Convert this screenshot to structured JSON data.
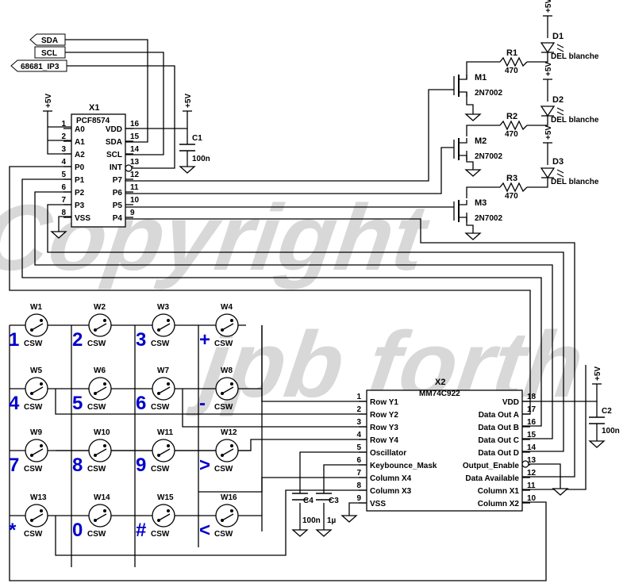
{
  "watermark": {
    "line1": "Copyright",
    "line2": "jpb forth",
    "color": "#d8d8d8"
  },
  "colors": {
    "wire": "#000000",
    "keypad_label": "#0000cc",
    "ic_text": "#000000"
  },
  "supplies": {
    "plus5v": "+5V"
  },
  "net_labels": {
    "sda": "SDA",
    "scl": "SCL",
    "irq": "68681_IP3"
  },
  "x1": {
    "ref": "X1",
    "part": "PCF8574",
    "left_pins": [
      {
        "num": "1",
        "name": "A0"
      },
      {
        "num": "2",
        "name": "A1"
      },
      {
        "num": "3",
        "name": "A2"
      },
      {
        "num": "4",
        "name": "P0"
      },
      {
        "num": "5",
        "name": "P1"
      },
      {
        "num": "6",
        "name": "P2"
      },
      {
        "num": "7",
        "name": "P3"
      },
      {
        "num": "8",
        "name": "VSS"
      }
    ],
    "right_pins": [
      {
        "num": "16",
        "name": "VDD"
      },
      {
        "num": "15",
        "name": "SDA"
      },
      {
        "num": "14",
        "name": "SCL"
      },
      {
        "num": "13",
        "name": "INT"
      },
      {
        "num": "12",
        "name": "P7"
      },
      {
        "num": "11",
        "name": "P6"
      },
      {
        "num": "10",
        "name": "P5"
      },
      {
        "num": "9",
        "name": "P4"
      }
    ]
  },
  "c1": {
    "ref": "C1",
    "value": "100n"
  },
  "leds": [
    {
      "ref": "D1",
      "label": "DEL blanche",
      "r_ref": "R1",
      "r_val": "470",
      "m_ref": "M1",
      "m_part": "2N7002"
    },
    {
      "ref": "D2",
      "label": "DEL blanche",
      "r_ref": "R2",
      "r_val": "470",
      "m_ref": "M2",
      "m_part": "2N7002"
    },
    {
      "ref": "D3",
      "label": "DEL blanche",
      "r_ref": "R3",
      "r_val": "470",
      "m_ref": "M3",
      "m_part": "2N7002"
    }
  ],
  "keys": [
    {
      "ref": "W1",
      "glyph": "1",
      "type": "CSW"
    },
    {
      "ref": "W2",
      "glyph": "2",
      "type": "CSW"
    },
    {
      "ref": "W3",
      "glyph": "3",
      "type": "CSW"
    },
    {
      "ref": "W4",
      "glyph": "+",
      "type": "CSW"
    },
    {
      "ref": "W5",
      "glyph": "4",
      "type": "CSW"
    },
    {
      "ref": "W6",
      "glyph": "5",
      "type": "CSW"
    },
    {
      "ref": "W7",
      "glyph": "6",
      "type": "CSW"
    },
    {
      "ref": "W8",
      "glyph": "-",
      "type": "CSW"
    },
    {
      "ref": "W9",
      "glyph": "7",
      "type": "CSW"
    },
    {
      "ref": "W10",
      "glyph": "8",
      "type": "CSW"
    },
    {
      "ref": "W11",
      "glyph": "9",
      "type": "CSW"
    },
    {
      "ref": "W12",
      "glyph": ">",
      "type": "CSW"
    },
    {
      "ref": "W13",
      "glyph": "*",
      "type": "CSW"
    },
    {
      "ref": "W14",
      "glyph": "0",
      "type": "CSW"
    },
    {
      "ref": "W15",
      "glyph": "#",
      "type": "CSW"
    },
    {
      "ref": "W16",
      "glyph": "<",
      "type": "CSW"
    }
  ],
  "x2": {
    "ref": "X2",
    "part": "MM74C922",
    "left_pins": [
      {
        "num": "1",
        "name": "Row Y1"
      },
      {
        "num": "2",
        "name": "Row Y2"
      },
      {
        "num": "3",
        "name": "Row Y3"
      },
      {
        "num": "4",
        "name": "Row Y4"
      },
      {
        "num": "5",
        "name": "Oscillator"
      },
      {
        "num": "6",
        "name": "Keybounce_Mask"
      },
      {
        "num": "7",
        "name": "Column X4"
      },
      {
        "num": "8",
        "name": "Column X3"
      },
      {
        "num": "9",
        "name": "VSS"
      }
    ],
    "right_pins": [
      {
        "num": "18",
        "name": "VDD"
      },
      {
        "num": "17",
        "name": "Data Out A"
      },
      {
        "num": "16",
        "name": "Data Out B"
      },
      {
        "num": "15",
        "name": "Data Out C"
      },
      {
        "num": "14",
        "name": "Data Out D"
      },
      {
        "num": "13",
        "name": "Output_Enable"
      },
      {
        "num": "12",
        "name": "Data Available"
      },
      {
        "num": "11",
        "name": "Column X1"
      },
      {
        "num": "10",
        "name": "Column X2"
      }
    ]
  },
  "c2": {
    "ref": "C2",
    "value": "100n"
  },
  "c3": {
    "ref": "C3",
    "value": "1µ"
  },
  "c4": {
    "ref": "C4",
    "value": "100n"
  }
}
